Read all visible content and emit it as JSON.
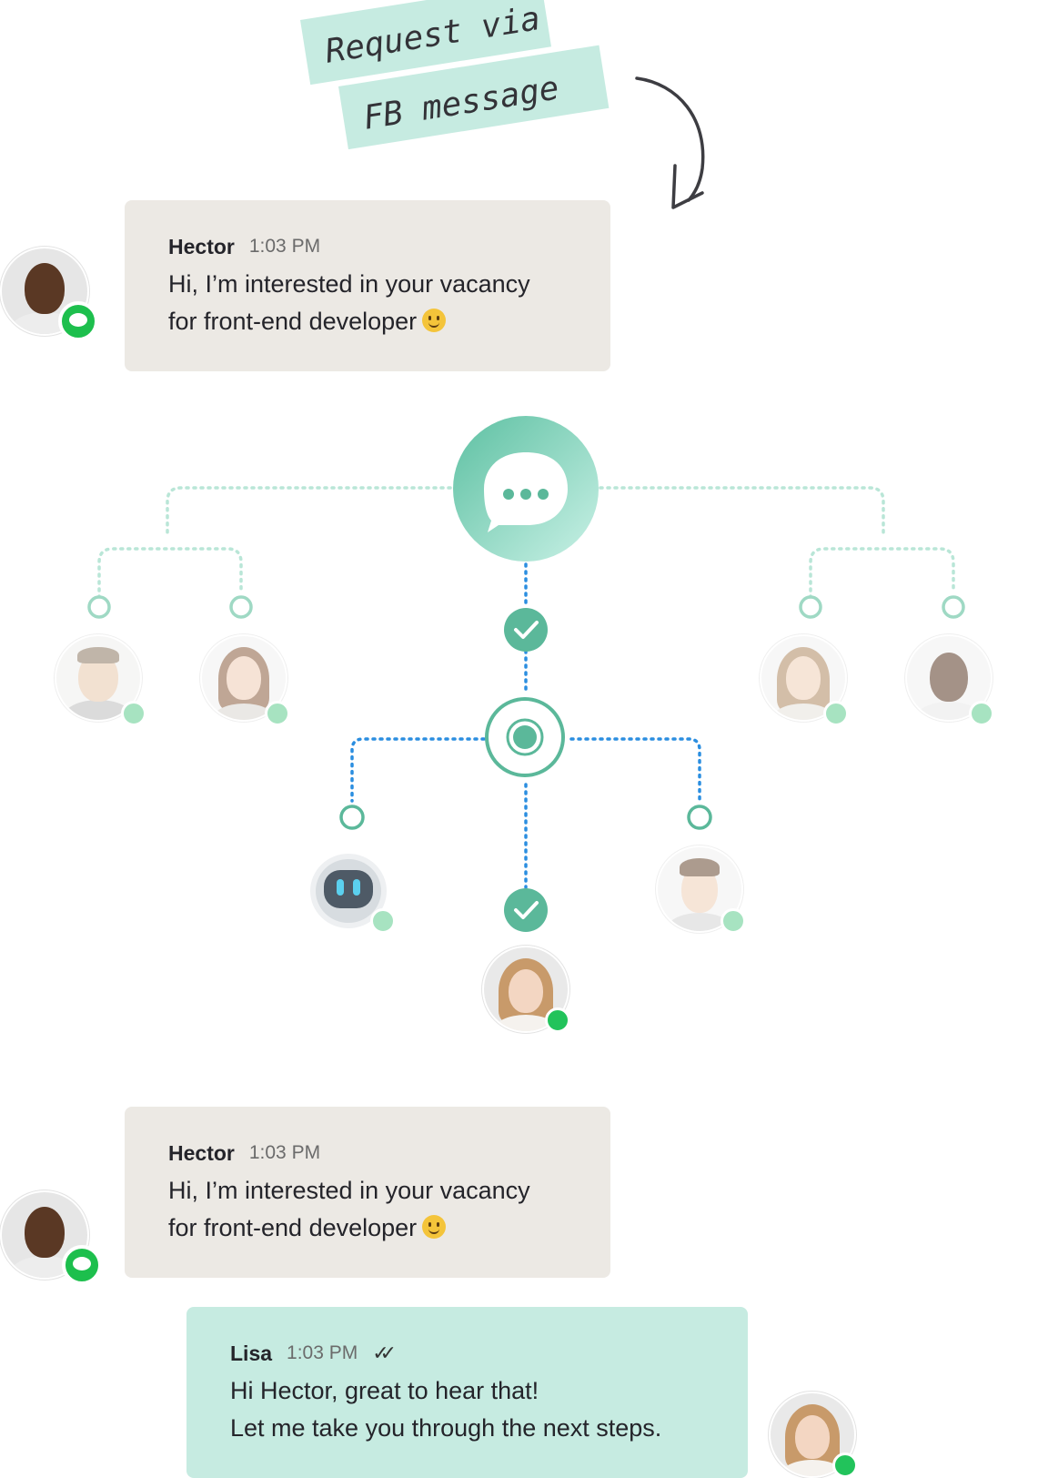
{
  "banner": {
    "line1": "Request via",
    "line2": "FB message"
  },
  "messages": [
    {
      "sender": "Hector",
      "time": "1:03 PM",
      "line1": "Hi, I’m interested in your vacancy",
      "line2": "for front-end developer"
    },
    {
      "sender": "Hector",
      "time": "1:03 PM",
      "line1": "Hi, I’m interested in your vacancy",
      "line2": "for front-end developer"
    },
    {
      "sender": "Lisa",
      "time": "1:03 PM",
      "line1": "Hi Hector, great to hear that!",
      "line2": "Let me take you through the next steps.",
      "read_receipt": "double-check-icon"
    }
  ],
  "colors": {
    "accent": "#5bb89a",
    "hub_gradient_start": "#5dc0a2",
    "hub_gradient_end": "#c9f1e6",
    "connector_blue": "#2b8ee0",
    "connector_faint": "#b9e6d7",
    "incoming_bubble": "#ece9e4",
    "outgoing_bubble": "#c6ebe1",
    "status_online": "#22c35b",
    "status_idle": "#a7e3c1"
  },
  "icons": [
    "chat-bubble-icon",
    "check-icon",
    "target-icon",
    "messenger-icon",
    "bot-icon",
    "curved-arrow-icon"
  ]
}
